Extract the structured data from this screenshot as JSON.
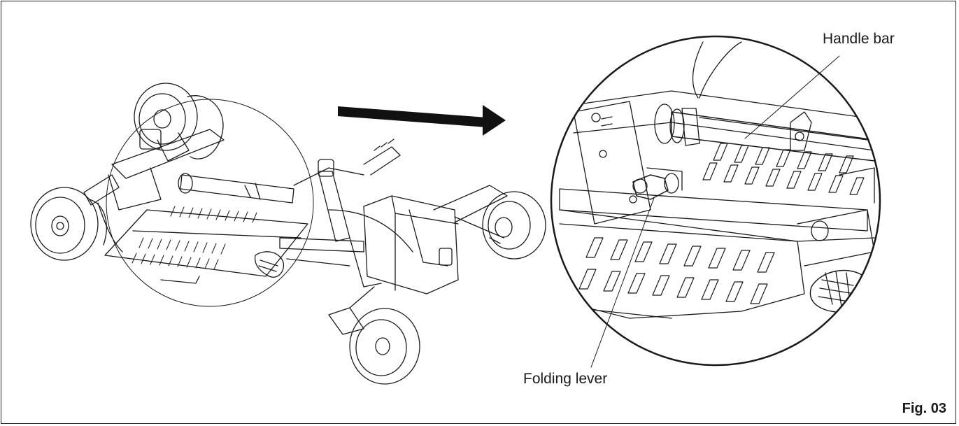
{
  "callouts": {
    "handle_bar": "Handle bar",
    "folding_lever": "Folding lever"
  },
  "figure_number": "Fig. 03"
}
